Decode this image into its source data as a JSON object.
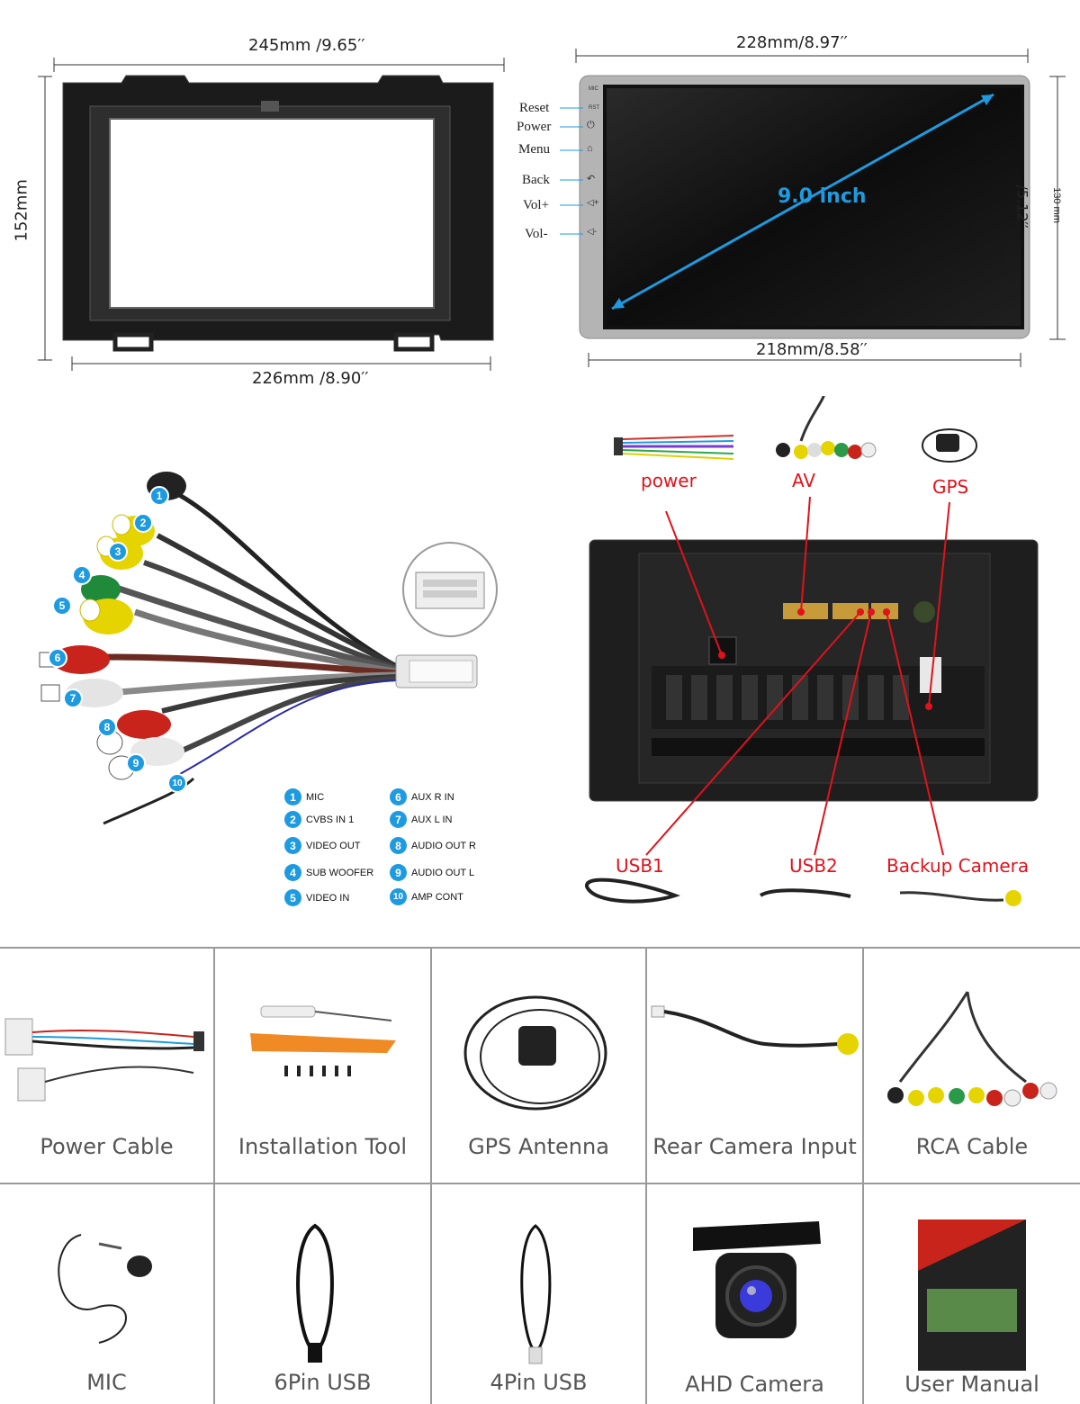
{
  "dimensions": {
    "frame_top": "245mm  /9.65′′",
    "frame_height": "152mm",
    "frame_bottom": "226mm  /8.90′′",
    "screen_top": "228mm/8.97′′",
    "screen_bottom": "218mm/8.58′′",
    "screen_height_in": "/5.12′′",
    "screen_height_mm": "130 mm",
    "screen_diagonal": "9.0 inch"
  },
  "side_buttons": [
    "Reset",
    "Power",
    "Menu",
    "Back",
    "Vol+",
    "Vol-"
  ],
  "bezel_labels": [
    "MIC",
    "RST"
  ],
  "cable_legend": [
    {
      "num": "1",
      "label": "MIC"
    },
    {
      "num": "2",
      "label": "CVBS IN 1"
    },
    {
      "num": "3",
      "label": "VIDEO OUT"
    },
    {
      "num": "4",
      "label": "SUB WOOFER"
    },
    {
      "num": "5",
      "label": "VIDEO IN"
    },
    {
      "num": "6",
      "label": "AUX R IN"
    },
    {
      "num": "7",
      "label": "AUX L IN"
    },
    {
      "num": "8",
      "label": "AUDIO OUT R"
    },
    {
      "num": "9",
      "label": "AUDIO OUT L"
    },
    {
      "num": "10",
      "label": "AMP CONT"
    }
  ],
  "cable_pins": [
    "1",
    "2",
    "3",
    "4",
    "5",
    "6",
    "7",
    "8",
    "9",
    "10"
  ],
  "ports": {
    "power": "power",
    "av": "AV",
    "gps": "GPS",
    "usb1": "USB1",
    "usb2": "USB2",
    "backup_camera": "Backup Camera"
  },
  "accessories_row1": [
    "Power Cable",
    "Installation Tool",
    "GPS Antenna",
    "Rear Camera Input",
    "RCA Cable"
  ],
  "accessories_row2": [
    "MIC",
    "6Pin USB",
    "4Pin USB",
    "AHD Camera",
    "User Manual"
  ],
  "colors": {
    "accent_blue": "#1e9be0",
    "label_red": "#e0121b",
    "grid_gray": "#9a9a9a"
  }
}
